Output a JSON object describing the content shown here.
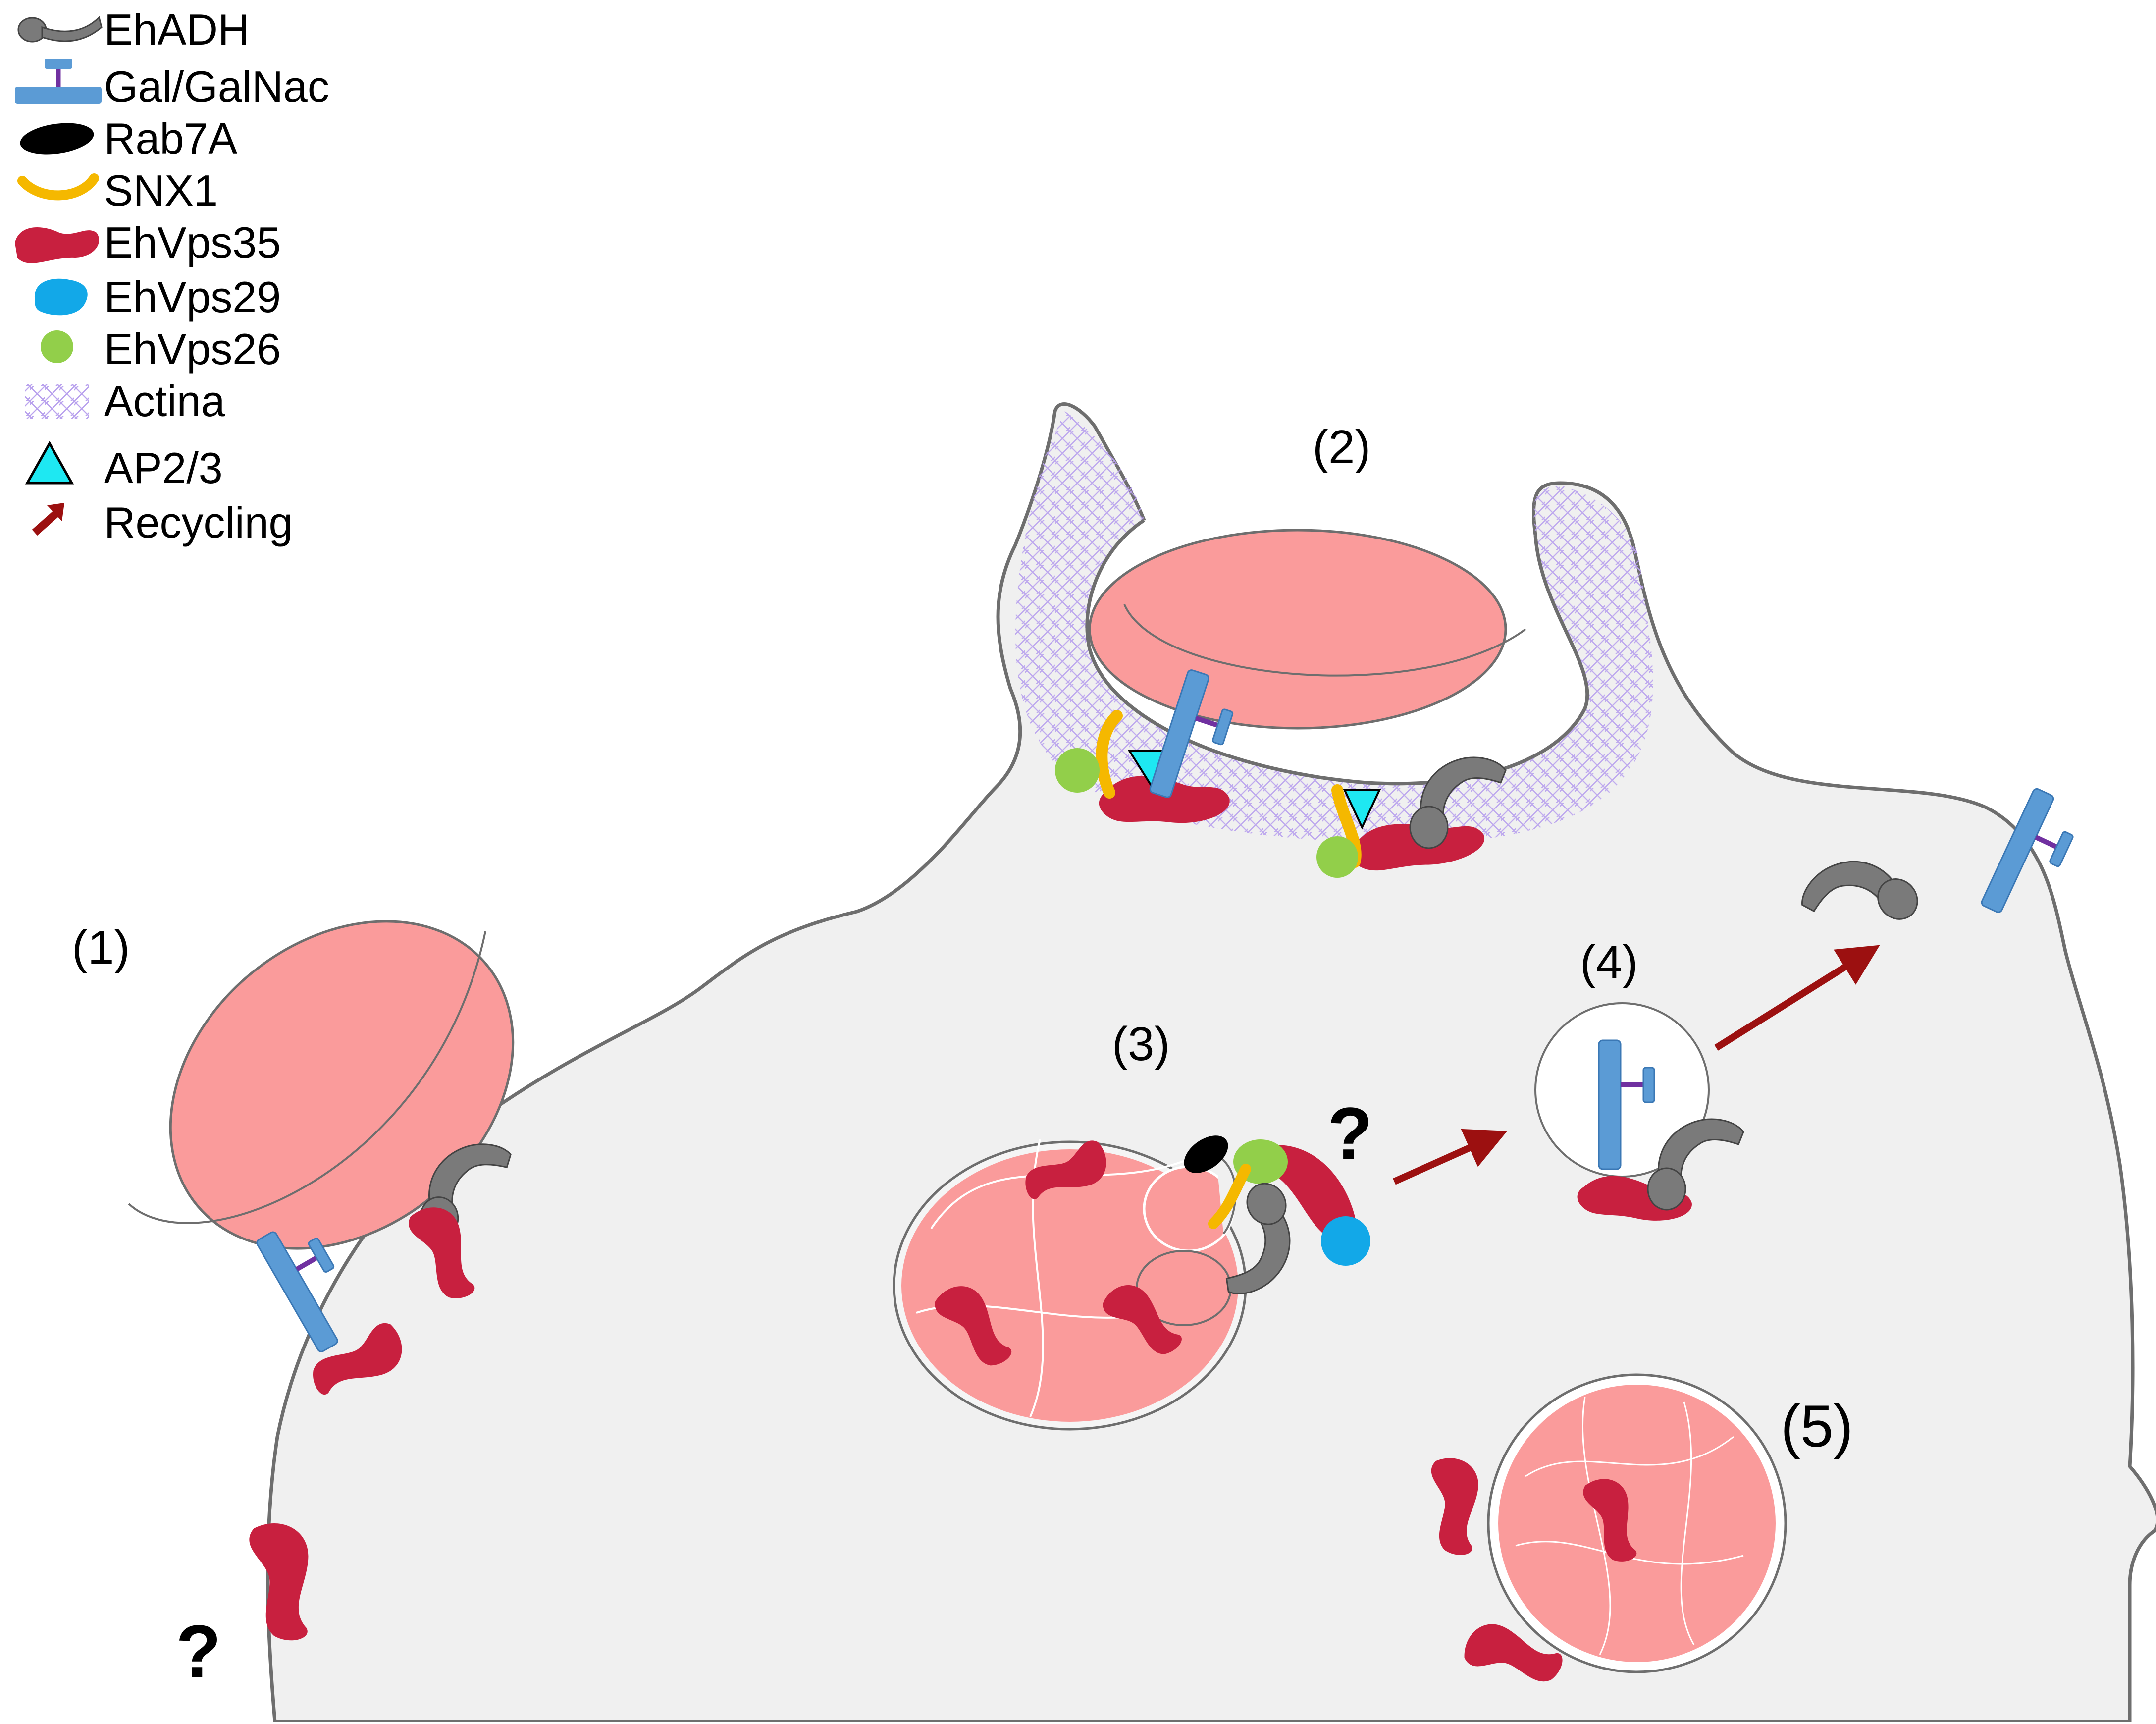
{
  "legend": {
    "items": [
      {
        "key": "ehadh",
        "label": "EhADH",
        "icon": "ehadh-icon",
        "color": "#7a7a7a"
      },
      {
        "key": "galgalnac",
        "label": "Gal/GalNac",
        "icon": "lectin-icon",
        "color": "#5b9bd5"
      },
      {
        "key": "rab7a",
        "label": "Rab7A",
        "icon": "rab7a-icon",
        "color": "#000000"
      },
      {
        "key": "snx1",
        "label": "SNX1",
        "icon": "snx1-icon",
        "color": "#f5b800"
      },
      {
        "key": "ehvps35",
        "label": "EhVps35",
        "icon": "vps35-icon",
        "color": "#c8203f"
      },
      {
        "key": "ehvps29",
        "label": "EhVps29",
        "icon": "vps29-icon",
        "color": "#12a8e8"
      },
      {
        "key": "ehvps26",
        "label": "EhVps26",
        "icon": "vps26-icon",
        "color": "#92cf4a"
      },
      {
        "key": "actina",
        "label": "Actina",
        "icon": "actin-icon",
        "color": "#b9a2ee"
      },
      {
        "key": "ap23",
        "label": "AP2/3",
        "icon": "ap23-icon",
        "color": "#1ee8f2"
      },
      {
        "key": "recycling",
        "label": "Recycling",
        "icon": "recycling-arrow-icon",
        "color": "#9c1010"
      }
    ]
  },
  "stages": {
    "s1": "(1)",
    "s2": "(2)",
    "s3": "(3)",
    "s4": "(4)",
    "s5": "(5)"
  },
  "question_marks": {
    "near_stage3": "?",
    "bottom_left": "?"
  },
  "colors": {
    "cell_fill": "#f0f0f0",
    "cell_stroke": "#6e6e6e",
    "erythrocyte": "#fa9b9b",
    "erythrocyte_dark": "#f28b8b"
  }
}
